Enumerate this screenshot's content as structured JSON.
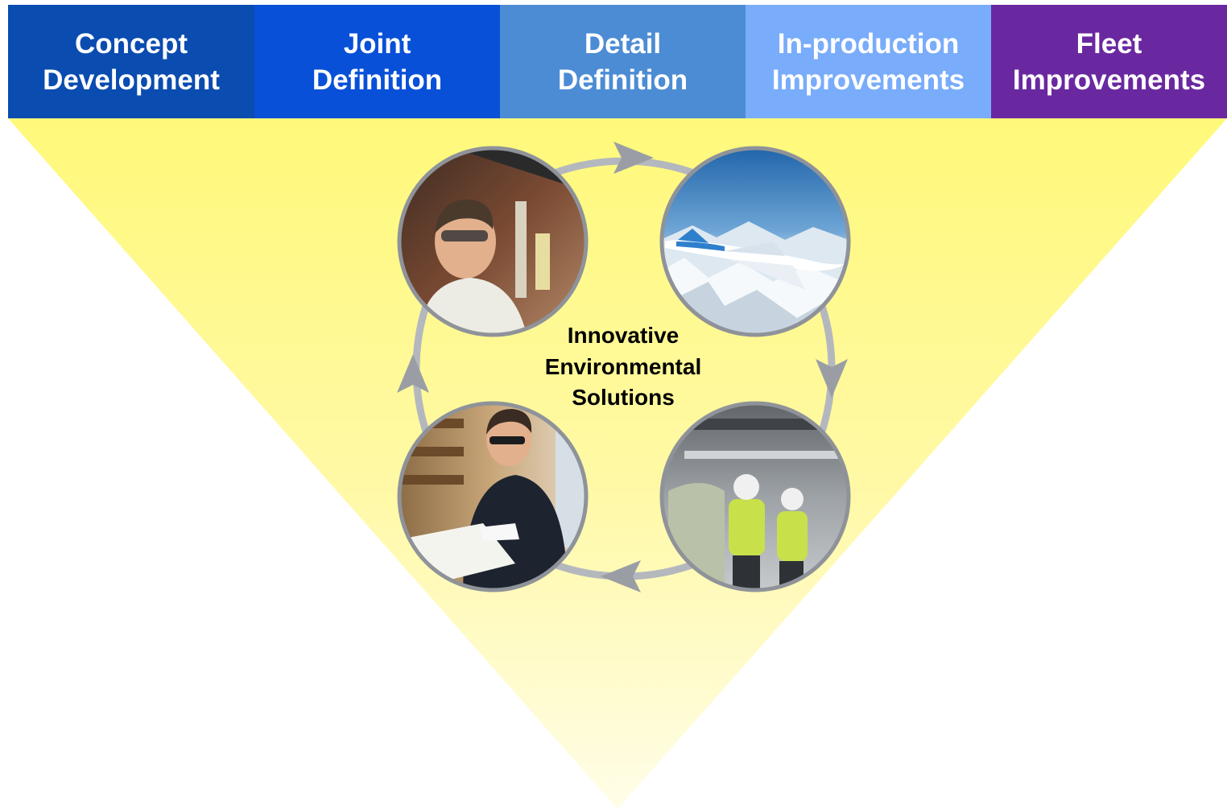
{
  "phases": [
    {
      "line1": "Concept",
      "line2": "Development",
      "color": "#0A4CB0"
    },
    {
      "line1": "Joint",
      "line2": "Definition",
      "color": "#0850D8"
    },
    {
      "line1": "Detail",
      "line2": "Definition",
      "color": "#4C8CD4"
    },
    {
      "line1": "In-production",
      "line2": "Improvements",
      "color": "#79ACFA"
    },
    {
      "line1": "Fleet",
      "line2": "Improvements",
      "color": "#6A28A0"
    }
  ],
  "center": {
    "line1": "Innovative",
    "line2": "Environmental",
    "line3": "Solutions"
  },
  "colors": {
    "funnel_top": "#FFF97A",
    "funnel_bottom": "#FFFDE8",
    "cycle_ring": "#B4B8BE",
    "photo_border": "#8F9399"
  },
  "photos": [
    {
      "id": "engineer-safety-glasses",
      "icon": "engineer-photo-icon"
    },
    {
      "id": "airplane-over-mountains",
      "icon": "airplane-photo-icon"
    },
    {
      "id": "workers-hi-vis-vests",
      "icon": "workers-photo-icon"
    },
    {
      "id": "technician-reviewing-drawing",
      "icon": "technician-photo-icon"
    }
  ]
}
